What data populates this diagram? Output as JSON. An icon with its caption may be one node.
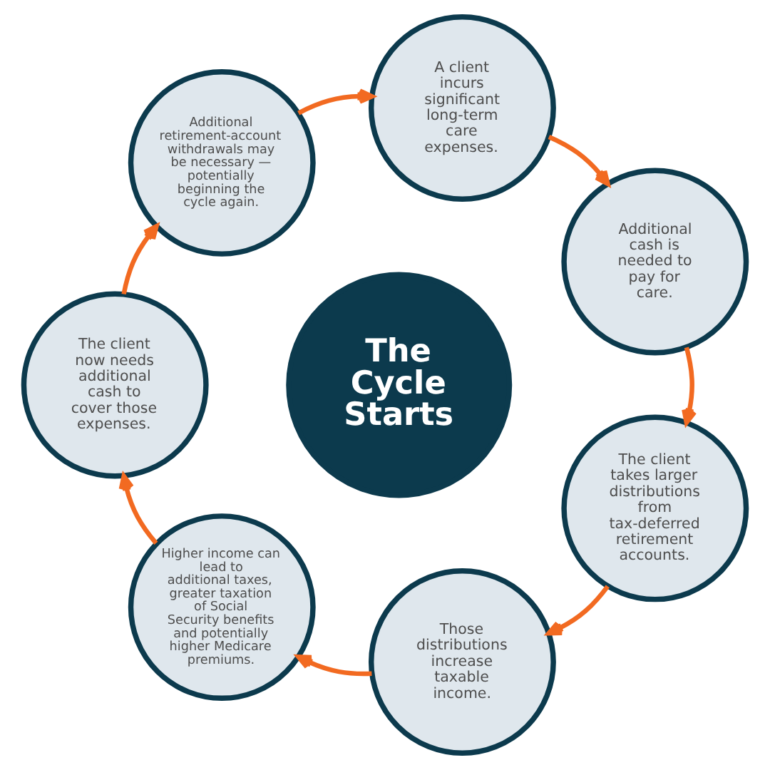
{
  "diagram": {
    "nodes": [
      {
        "text": [
          "The Cycle Starts"
        ]
      },
      {
        "text": [
          "A client incurs significant long-term care expenses."
        ]
      },
      {
        "text": [
          "Additional cash is needed to pay for care."
        ]
      },
      {
        "text": [
          "The client takes larger distributions from tax-deferred retirement accounts."
        ]
      },
      {
        "text": [
          "Those distributions increase taxable income."
        ]
      },
      {
        "text": [
          "Higher income can lead to additional taxes, greater taxation of Social Security benefits and potentially higher Medicare premiums."
        ]
      },
      {
        "text": [
          "The client now needs additional cash to cover those expenses."
        ]
      },
      {
        "text": [
          "Additional retirement-account withdrawals may be necessary — potentially beginning the cycle again."
        ]
      }
    ],
    "edges": [
      {
        "from": 1,
        "to": 2,
        "arrow": "to"
      },
      {
        "from": 2,
        "to": 3,
        "arrow": "to"
      },
      {
        "from": 3,
        "to": 4,
        "arrow": "to"
      },
      {
        "from": 4,
        "to": 5,
        "arrow": "to"
      },
      {
        "from": 5,
        "to": 6,
        "arrow": "to"
      },
      {
        "from": 6,
        "to": 7,
        "arrow": "to"
      },
      {
        "from": 7,
        "to": 1,
        "arrow": "to"
      }
    ]
  }
}
